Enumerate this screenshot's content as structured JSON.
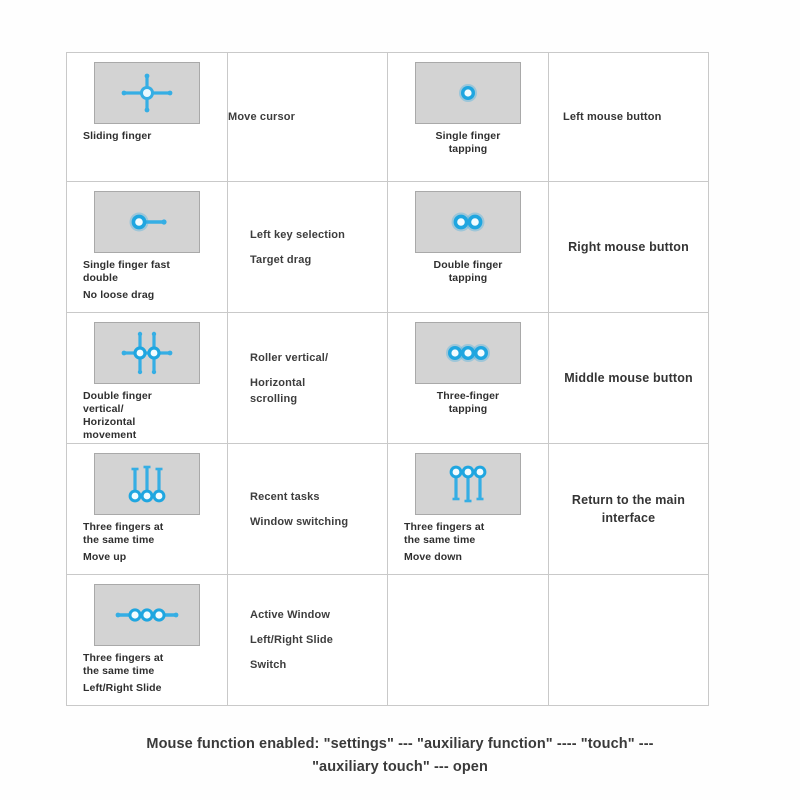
{
  "colors": {
    "accent_blue": "#29ABE2",
    "accent_blue_dark": "#1B8FC7",
    "pad_fill": "#D3D3D3",
    "pad_border": "#A9A9A9",
    "grid_border": "#C9C9C9",
    "text": "#3A3A3A"
  },
  "table": {
    "rows": [
      {
        "id": "row-move-cursor",
        "icon": {
          "name": "sliding-finger-cross-icon",
          "caption_lines": [
            "Sliding finger"
          ],
          "caption_align": "left"
        },
        "description": {
          "lines": [
            "Move cursor"
          ]
        },
        "action": {
          "text_lines": [
            "Left mouse button"
          ],
          "align": "left",
          "size": "normal"
        },
        "tap_icon": {
          "name": "single-finger-tap-icon",
          "caption_lines": [
            "Single finger",
            "tapping"
          ],
          "caption_align": "center"
        }
      },
      {
        "id": "row-left-key-selection",
        "icon": {
          "name": "single-finger-fast-double-drag-icon",
          "caption_lines": [
            "Single finger fast",
            "double",
            "No loose drag"
          ],
          "caption_align": "left"
        },
        "description": {
          "lines": [
            "Left key selection",
            "Target drag"
          ]
        },
        "action": {
          "text_lines": [
            "Right mouse",
            "button"
          ],
          "align": "center",
          "size": "big"
        },
        "tap_icon": {
          "name": "double-finger-tap-icon",
          "caption_lines": [
            "Double finger",
            "tapping"
          ],
          "caption_align": "center"
        }
      },
      {
        "id": "row-roller-scrolling",
        "icon": {
          "name": "double-finger-vertical-horizontal-icon",
          "caption_lines": [
            "Double finger",
            "vertical/",
            "Horizontal",
            "movement"
          ],
          "caption_align": "left"
        },
        "description": {
          "lines": [
            "Roller vertical/",
            "Horizontal",
            "scrolling"
          ]
        },
        "action": {
          "text_lines": [
            "Middle mouse",
            "button"
          ],
          "align": "center",
          "size": "big"
        },
        "tap_icon": {
          "name": "three-finger-tap-icon",
          "caption_lines": [
            "Three-finger",
            "tapping"
          ],
          "caption_align": "center"
        }
      },
      {
        "id": "row-recent-tasks",
        "icon": {
          "name": "three-fingers-move-up-icon",
          "caption_lines": [
            "Three fingers at",
            "the same time",
            "Move up"
          ],
          "caption_align": "left"
        },
        "description": {
          "lines": [
            "Recent tasks",
            "Window switching"
          ]
        },
        "action": {
          "text_lines": [
            "Return to the",
            "main interface"
          ],
          "align": "center",
          "size": "big"
        },
        "tap_icon": {
          "name": "three-fingers-move-down-icon",
          "caption_lines": [
            "Three fingers at",
            "the same time",
            "Move down"
          ],
          "caption_align": "left"
        }
      },
      {
        "id": "row-active-window-switch",
        "icon": {
          "name": "three-fingers-left-right-slide-icon",
          "caption_lines": [
            "Three fingers at",
            "the same time",
            "Left/Right Slide"
          ],
          "caption_align": "left"
        },
        "description": {
          "lines": [
            "Active Window",
            "Left/Right Slide",
            "Switch"
          ]
        },
        "action": {
          "text_lines": [],
          "align": "center",
          "size": "normal"
        },
        "tap_icon": null
      }
    ]
  },
  "footer": {
    "line1": "Mouse function enabled: \"settings\" --- \"auxiliary function\" ---- \"touch\" ---",
    "line2": "\"auxiliary touch\" --- open"
  }
}
